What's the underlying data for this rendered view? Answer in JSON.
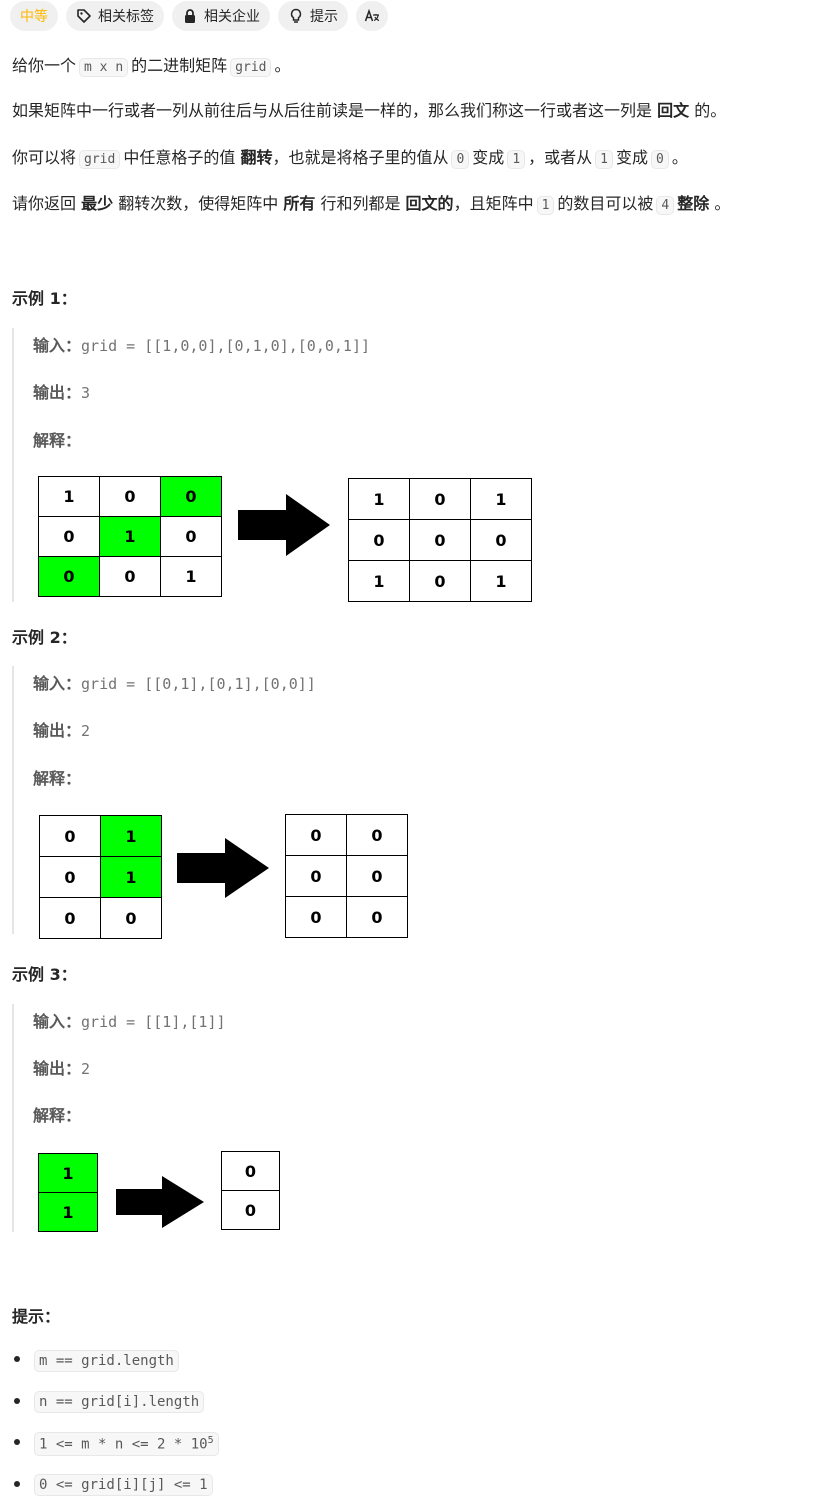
{
  "tags": {
    "difficulty": "中等",
    "topics": "相关标签",
    "companies": "相关企业",
    "hint": "提示",
    "translate_icon": "translate-icon"
  },
  "desc": {
    "p1_a": "给你一个",
    "p1_code1": "m x n",
    "p1_b": "的二进制矩阵",
    "p1_code2": "grid",
    "p1_c": "。",
    "p2_a": "如果矩阵中一行或者一列从前往后与从后往前读是一样的，那么我们称这一行或者这一列是",
    "p2_bold": "回文",
    "p2_c": "的。",
    "p3_a": "你可以将",
    "p3_code1": "grid",
    "p3_b": "中任意格子的值",
    "p3_bold": "翻转",
    "p3_c": "，也就是将格子里的值从",
    "p3_code2": "0",
    "p3_d": "变成",
    "p3_code3": "1",
    "p3_e": "，或者从",
    "p3_code4": "1",
    "p3_f": "变成",
    "p3_code5": "0",
    "p3_g": "。",
    "p4_a": "请你返回",
    "p4_b1": "最少",
    "p4_b": "翻转次数，使得矩阵中",
    "p4_b2": "所有",
    "p4_c": "行和列都是",
    "p4_b3": "回文的",
    "p4_d": "，且矩阵中",
    "p4_code1": "1",
    "p4_e": "的数目可以被",
    "p4_code2": "4",
    "p4_b4": "整除",
    "p4_f": "。"
  },
  "examples": [
    {
      "title": "示例 1：",
      "input_label": "输入：",
      "input": "grid = [[1,0,0],[0,1,0],[0,0,1]]",
      "output_label": "输出：",
      "output": "3",
      "explain_label": "解释：",
      "before": [
        [
          "1",
          "0",
          "0"
        ],
        [
          "0",
          "1",
          "0"
        ],
        [
          "0",
          "0",
          "1"
        ]
      ],
      "before_green": [
        [
          false,
          false,
          true
        ],
        [
          false,
          true,
          false
        ],
        [
          true,
          false,
          false
        ]
      ],
      "after": [
        [
          "1",
          "0",
          "1"
        ],
        [
          "0",
          "0",
          "0"
        ],
        [
          "1",
          "0",
          "1"
        ]
      ]
    },
    {
      "title": "示例 2：",
      "input_label": "输入：",
      "input": "grid = [[0,1],[0,1],[0,0]]",
      "output_label": "输出：",
      "output": "2",
      "explain_label": "解释：",
      "before": [
        [
          "0",
          "1"
        ],
        [
          "0",
          "1"
        ],
        [
          "0",
          "0"
        ]
      ],
      "before_green": [
        [
          false,
          true
        ],
        [
          false,
          true
        ],
        [
          false,
          false
        ]
      ],
      "after": [
        [
          "0",
          "0"
        ],
        [
          "0",
          "0"
        ],
        [
          "0",
          "0"
        ]
      ]
    },
    {
      "title": "示例 3：",
      "input_label": "输入：",
      "input": "grid = [[1],[1]]",
      "output_label": "输出：",
      "output": "2",
      "explain_label": "解释：",
      "before": [
        [
          "1"
        ],
        [
          "1"
        ]
      ],
      "before_green": [
        [
          true
        ],
        [
          true
        ]
      ],
      "after": [
        [
          "0"
        ],
        [
          "0"
        ]
      ]
    }
  ],
  "hints": {
    "title": "提示：",
    "items": [
      "m == grid.length",
      "n == grid[i].length",
      "1 <= m * n <= 2 * 10",
      "0 <= grid[i][j] <= 1"
    ],
    "sup": "5"
  },
  "colors": {
    "difficulty": "#ffb800",
    "green_cell": "#00ff00"
  }
}
